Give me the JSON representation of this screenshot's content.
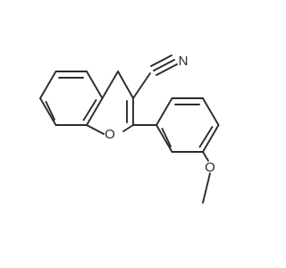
{
  "molecule": {
    "atoms": {
      "nitrile_nitrogen": "N",
      "ring_oxygen": "O",
      "methoxy_oxygen": "O"
    }
  },
  "colors": {
    "bond": "#2b2b2b",
    "background": "#ffffff"
  }
}
